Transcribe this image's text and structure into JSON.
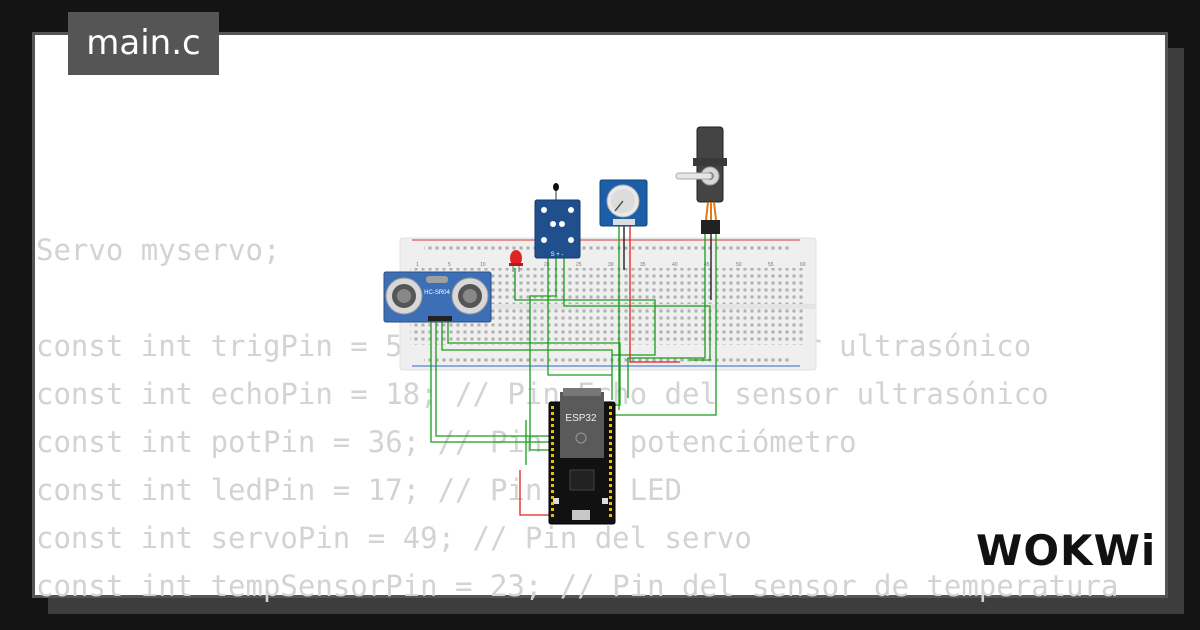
{
  "file_tab": {
    "label": "main.c"
  },
  "code": {
    "lines": [
      "",
      "Servo myservo;",
      "",
      "const int trigPin = 5; // Pin Trig del sensor ultrasónico",
      "const int echoPin = 18; // Pin Echo del sensor ultrasónico",
      "const int potPin = 36; // Pin del potenciómetro",
      "const int ledPin = 17; // Pin del LED",
      "const int servoPin = 49; // Pin del servo",
      "const int tempSensorPin = 23; // Pin del sensor de temperatura"
    ]
  },
  "diagram": {
    "ultrasonic_label": "HC-SR04",
    "mcu_label": "ESP32",
    "temp_sensor_pins": "S + -",
    "wire_colors": {
      "signal": "#1a9e1a",
      "power": "#e02020",
      "ground": "#111111"
    },
    "breadboard_numbers": [
      "1",
      "5",
      "10",
      "15",
      "20",
      "25",
      "30",
      "35",
      "40",
      "45",
      "50",
      "55",
      "60"
    ]
  },
  "brand": {
    "logo_text": "WOKWi"
  }
}
